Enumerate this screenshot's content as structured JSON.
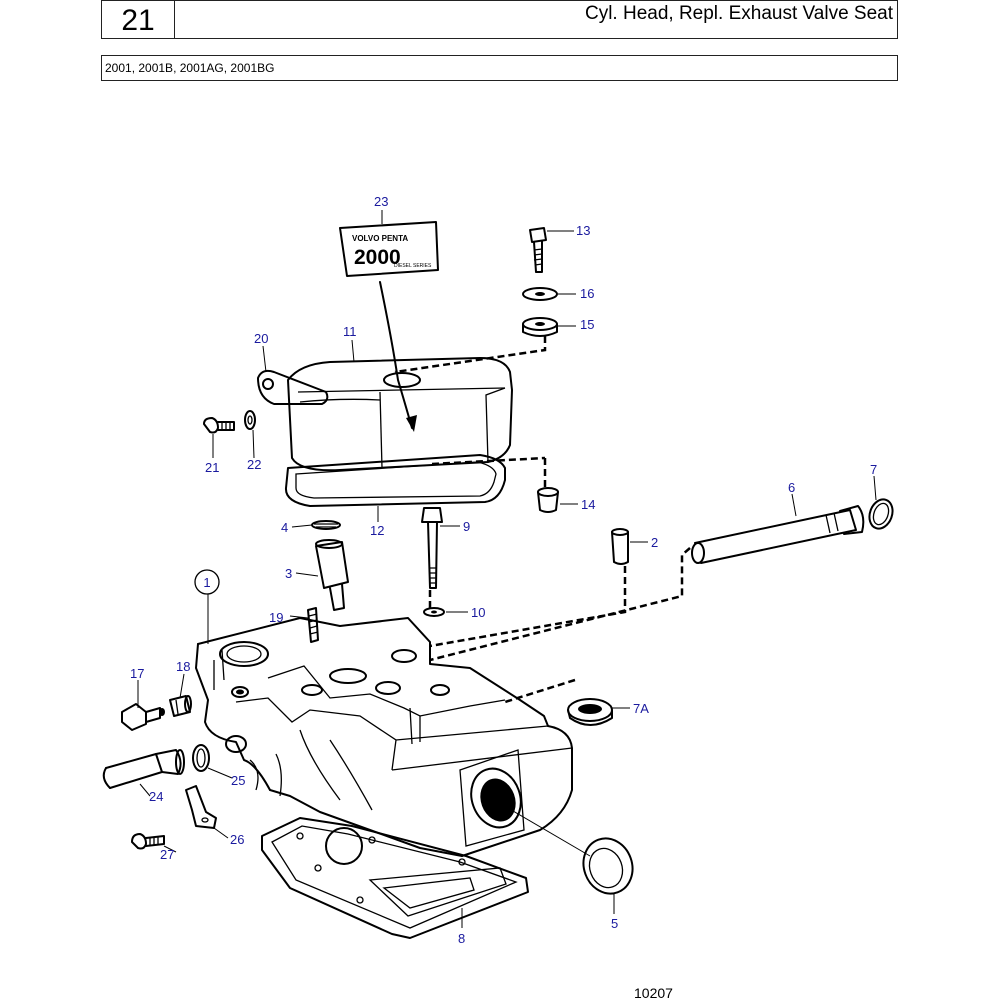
{
  "header": {
    "page_number": "21",
    "title": "Cyl. Head, Repl. Exhaust Valve Seat"
  },
  "models": "2001, 2001B, 2001AG, 2001BG",
  "decal": {
    "brand": "VOLVO PENTA",
    "series_number": "2000",
    "series_label": "DIESEL SERIES"
  },
  "callouts": {
    "c1": "1",
    "c2": "2",
    "c3": "3",
    "c4": "4",
    "c5": "5",
    "c6": "6",
    "c7": "7",
    "c7a": "7A",
    "c8": "8",
    "c9": "9",
    "c10": "10",
    "c11": "11",
    "c12": "12",
    "c13": "13",
    "c14": "14",
    "c15": "15",
    "c16": "16",
    "c17": "17",
    "c18": "18",
    "c19": "19",
    "c20": "20",
    "c21": "21",
    "c22": "22",
    "c23": "23",
    "c24": "24",
    "c25": "25",
    "c26": "26",
    "c27": "27"
  },
  "reference_number": "10207",
  "colors": {
    "callout_text": "#1a1a9e",
    "line": "#000000"
  }
}
